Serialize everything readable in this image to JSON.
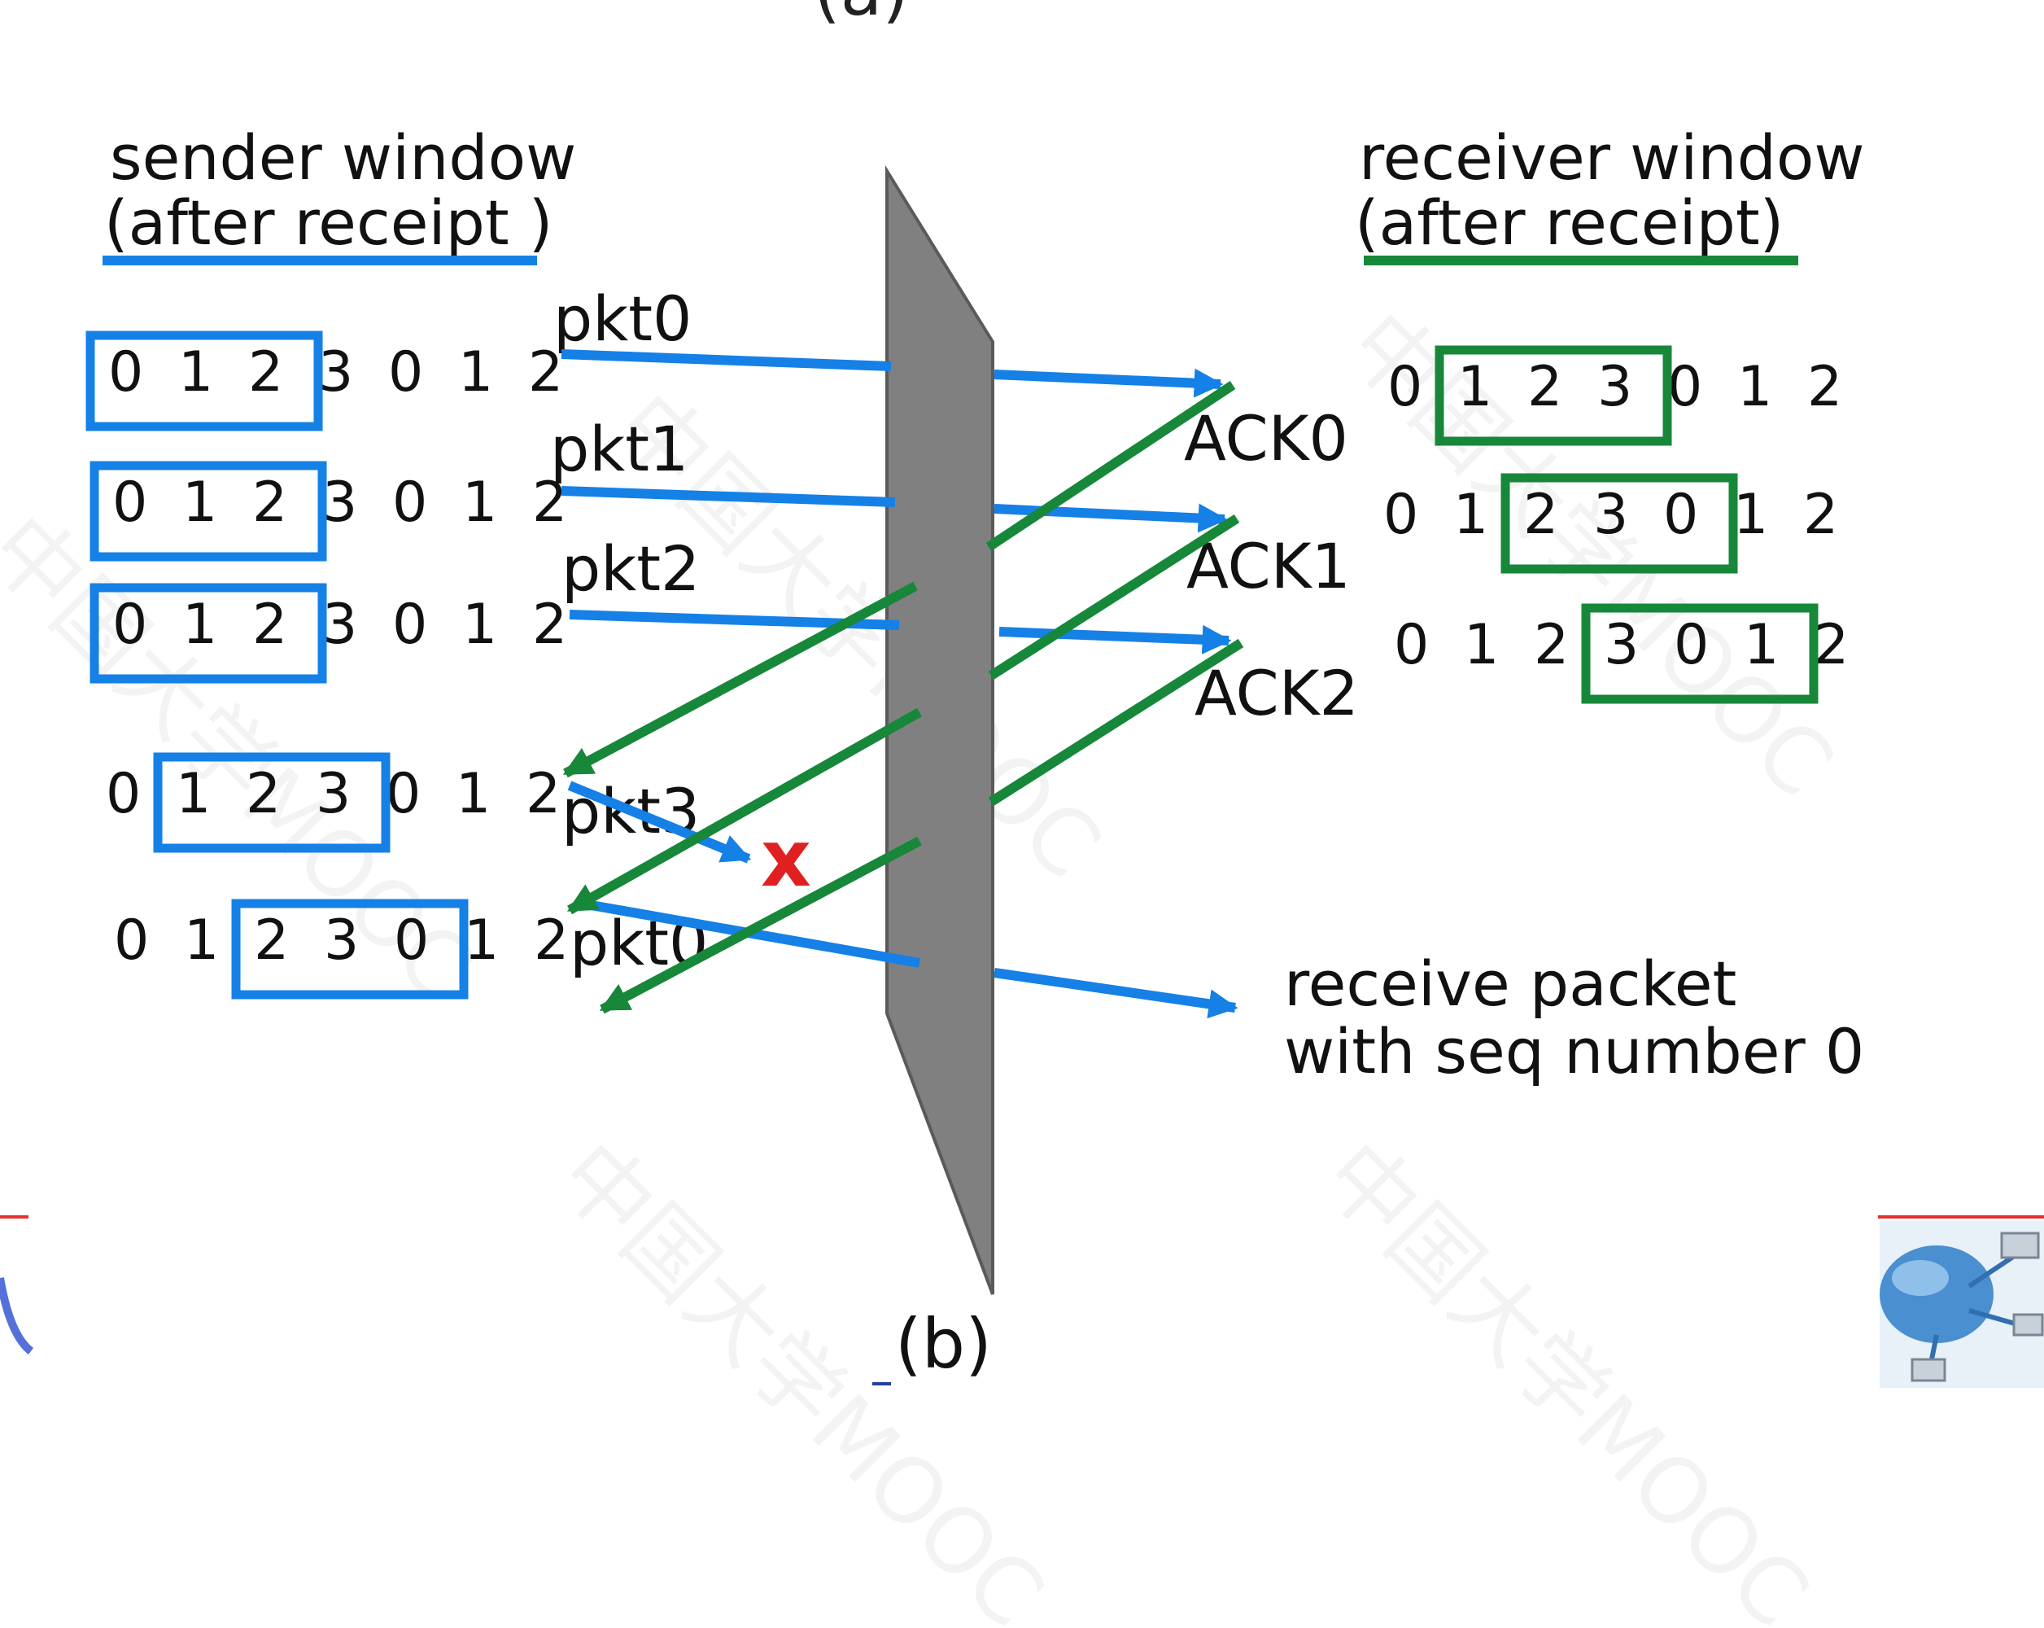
{
  "colors": {
    "sender": "#1580e6",
    "receiver": "#17873a",
    "barrier": "#808080",
    "loss": "#e02020",
    "accent_line": "#e53030"
  },
  "sequence_space": [
    "0",
    "1",
    "2",
    "3",
    "0",
    "1",
    "2"
  ],
  "sender": {
    "title": "sender window",
    "subtitle": "(after receipt )",
    "rows": [
      {
        "window_start": 0,
        "packet": "pkt0"
      },
      {
        "window_start": 0,
        "packet": "pkt1"
      },
      {
        "window_start": 0,
        "packet": "pkt2"
      },
      {
        "window_start": 1,
        "packet": "pkt3"
      },
      {
        "window_start": 2,
        "packet": "pkt0"
      }
    ]
  },
  "receiver": {
    "title": "receiver window",
    "subtitle": "(after receipt)",
    "rows": [
      {
        "window_start": 1,
        "ack": "ACK0"
      },
      {
        "window_start": 2,
        "ack": "ACK1"
      },
      {
        "window_start": 3,
        "ack": "ACK2"
      }
    ]
  },
  "loss_marker": "x",
  "note_line1": "receive packet",
  "note_line2": "with seq number 0",
  "caption": "(b)",
  "header_fragment": "(a)",
  "watermark": "中国大学MOOC",
  "icons": {
    "loss": "cross-icon",
    "thumbnail": "network-thumbnail-icon"
  }
}
